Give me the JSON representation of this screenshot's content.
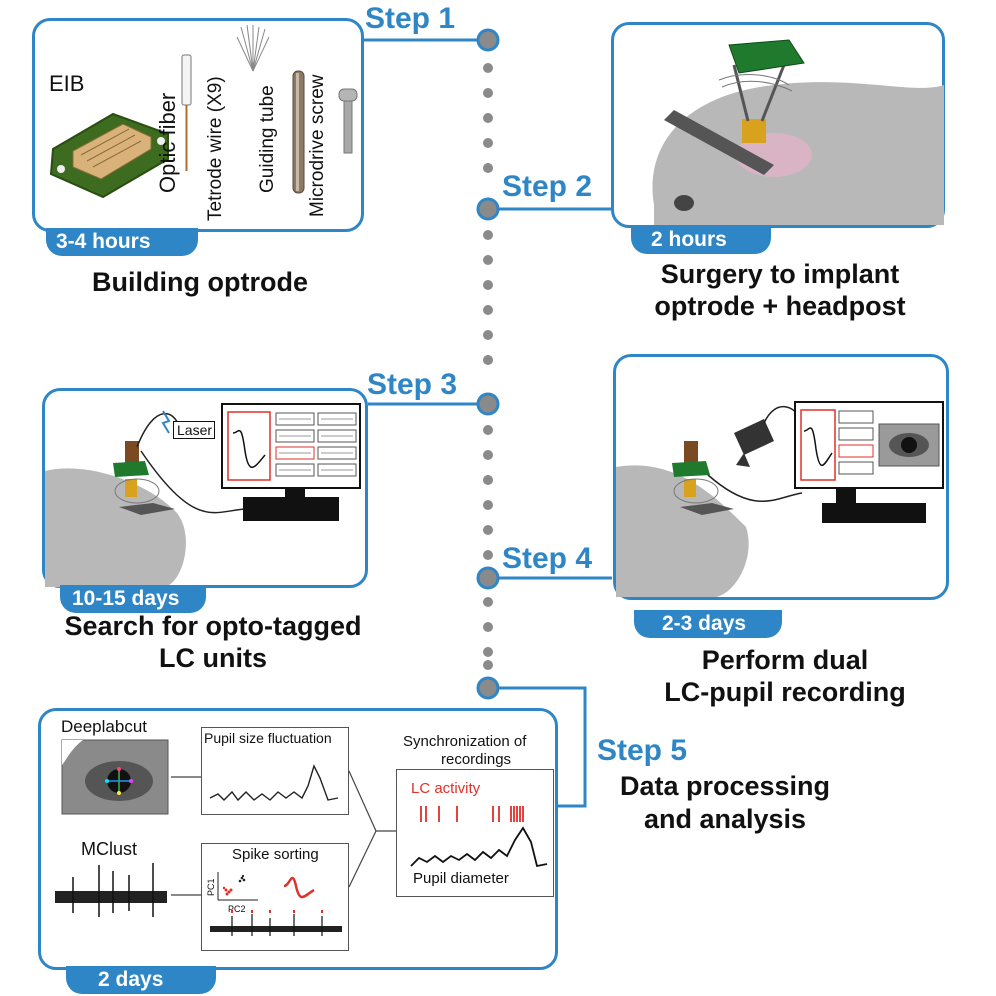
{
  "steps": [
    {
      "label": "Step 1",
      "duration": "3-4 hours",
      "caption_lines": [
        "Building optrode"
      ]
    },
    {
      "label": "Step 2",
      "duration": "2 hours",
      "caption_lines": [
        "Surgery to implant",
        "optrode + headpost"
      ]
    },
    {
      "label": "Step 3",
      "duration": "10-15 days",
      "caption_lines": [
        "Search for opto-tagged",
        "LC units"
      ]
    },
    {
      "label": "Step 4",
      "duration": "2-3 days",
      "caption_lines": [
        "Perform dual",
        "LC-pupil recording"
      ]
    },
    {
      "label": "Step 5",
      "duration": "2 days",
      "caption_lines": [
        "Data processing",
        "and analysis"
      ]
    }
  ],
  "step1_parts": {
    "eib": "EIB",
    "optic_fiber": "Optic fiber",
    "tetrode_wire": "Tetrode wire (X9)",
    "guiding_tube": "Guiding tube",
    "microdrive_screw": "Microdrive screw"
  },
  "step3_laser": "Laser",
  "step5": {
    "deeplabcut": "Deeplabcut",
    "mclust": "MClust",
    "pupil_size": "Pupil size fluctuation",
    "spike_sorting": "Spike sorting",
    "pc1": "PC1",
    "pc2": "PC2",
    "sync_title_lines": [
      "Synchronization of",
      "recordings"
    ],
    "lc_activity": "LC activity",
    "pupil_diameter": "Pupil diameter"
  },
  "colors": {
    "accent": "#2f86c6",
    "red": "#e0302a",
    "mouse": "#b8b8b8",
    "green": "#1f7a2e",
    "gold": "#d8a21f"
  }
}
